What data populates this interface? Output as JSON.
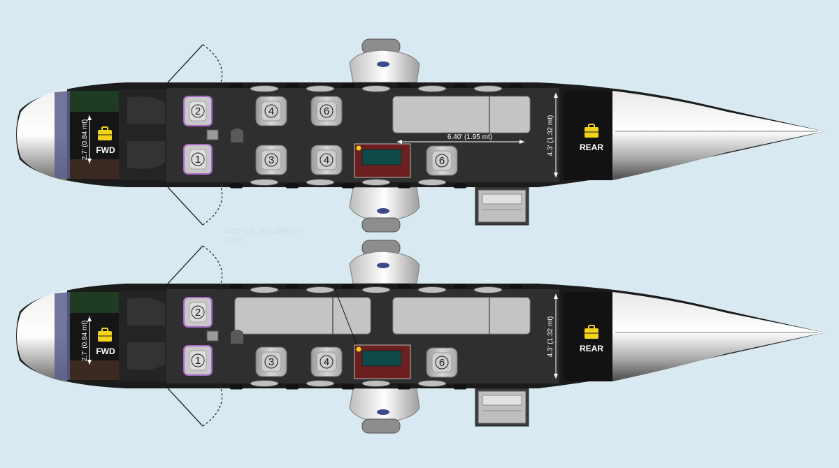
{
  "aircraft_layouts": [
    {
      "name": "layout-top",
      "fwd_label": "FWD",
      "rear_label": "REAR",
      "fwd_dimension": "2.7' (0.84 mt)",
      "rear_dimension": "4.3' (1.32 mt)",
      "length_dimension": "6.40' (1.95 mt)",
      "seat_numbers": [
        "2",
        "1",
        "4",
        "3",
        "6",
        "4",
        "6"
      ]
    },
    {
      "name": "layout-bottom",
      "fwd_label": "FWD",
      "rear_label": "REAR",
      "fwd_dimension": "2.7' (0.84 mt)",
      "rear_dimension": "4.3' (1.32 mt)",
      "seat_numbers": [
        "2",
        "1",
        "3",
        "4",
        "6"
      ]
    }
  ],
  "annotations": {
    "medical_unit_line1": "MEDICAL EQUIPMENT",
    "medical_unit_line2": "UNIT"
  },
  "colors": {
    "background": "#d9e9f2",
    "cabin": "#2d2d2d",
    "baggage": "#1a1a1a",
    "icon": "#f2d21b",
    "medical_unit": "#6b1f1f",
    "stretcher": "#c4c4c4"
  },
  "icons": [
    "suitcase-icon",
    "propeller-arc"
  ]
}
